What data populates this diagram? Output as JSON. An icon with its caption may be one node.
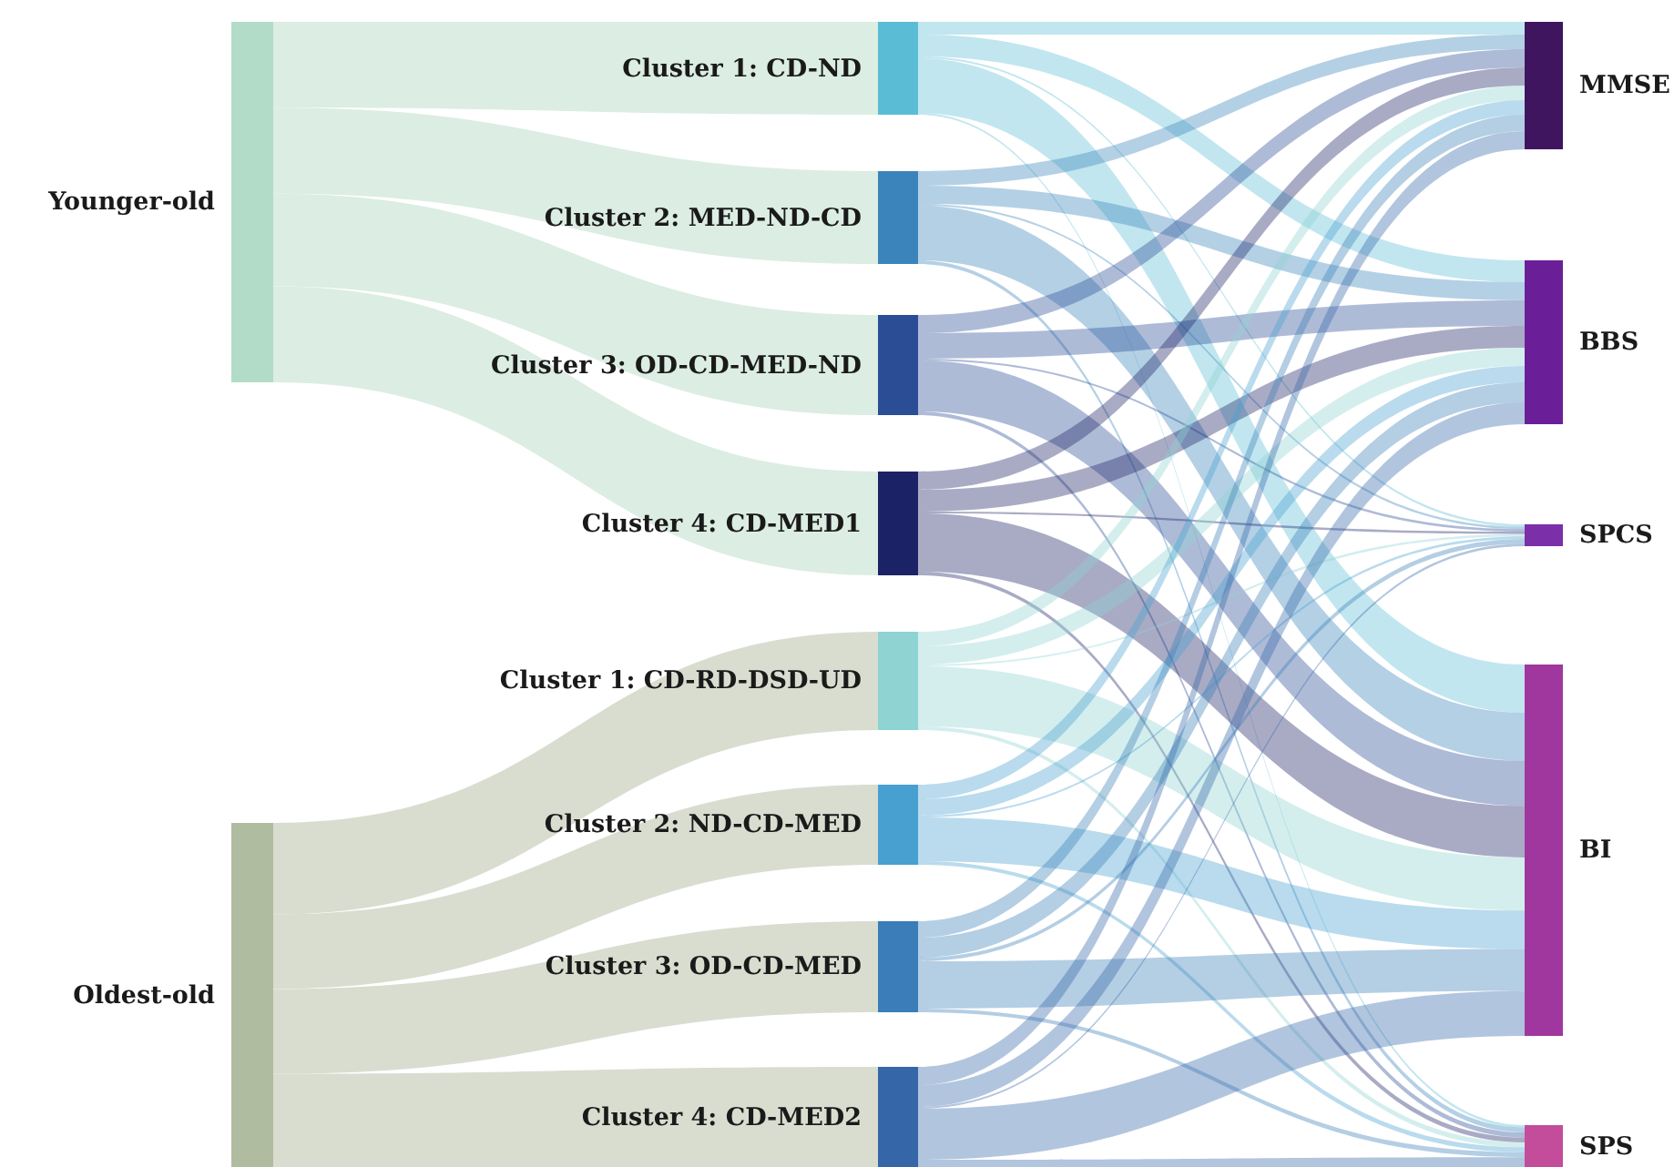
{
  "diagram": {
    "nodes": [
      {
        "text": [
          "Younger-old"
        ]
      },
      {
        "text": [
          "Oldest-old"
        ]
      },
      {
        "text": [
          "Cluster 1: CD-ND"
        ]
      },
      {
        "text": [
          "Cluster 2: MED-ND-CD"
        ]
      },
      {
        "text": [
          "Cluster 3: OD-CD-MED-ND"
        ]
      },
      {
        "text": [
          "Cluster 4: CD-MED1"
        ]
      },
      {
        "text": [
          "Cluster 1: CD-RD-DSD-UD"
        ]
      },
      {
        "text": [
          "Cluster 2: ND-CD-MED"
        ]
      },
      {
        "text": [
          "Cluster 3: OD-CD-MED"
        ]
      },
      {
        "text": [
          "Cluster 4: CD-MED2"
        ]
      },
      {
        "text": [
          "MMSE"
        ]
      },
      {
        "text": [
          "BBS"
        ]
      },
      {
        "text": [
          "SPCS"
        ]
      },
      {
        "text": [
          "BI"
        ]
      },
      {
        "text": [
          "SPS"
        ]
      }
    ],
    "edges": [
      {
        "from": 0,
        "to": 2,
        "arrow": "none"
      },
      {
        "from": 0,
        "to": 3,
        "arrow": "none"
      },
      {
        "from": 0,
        "to": 4,
        "arrow": "none"
      },
      {
        "from": 0,
        "to": 5,
        "arrow": "none"
      },
      {
        "from": 1,
        "to": 6,
        "arrow": "none"
      },
      {
        "from": 1,
        "to": 7,
        "arrow": "none"
      },
      {
        "from": 1,
        "to": 8,
        "arrow": "none"
      },
      {
        "from": 1,
        "to": 9,
        "arrow": "none"
      },
      {
        "from": 2,
        "to": 10,
        "arrow": "none"
      },
      {
        "from": 2,
        "to": 11,
        "arrow": "none"
      },
      {
        "from": 2,
        "to": 12,
        "arrow": "none"
      },
      {
        "from": 2,
        "to": 13,
        "arrow": "none"
      },
      {
        "from": 2,
        "to": 14,
        "arrow": "none"
      },
      {
        "from": 3,
        "to": 10,
        "arrow": "none"
      },
      {
        "from": 3,
        "to": 11,
        "arrow": "none"
      },
      {
        "from": 3,
        "to": 12,
        "arrow": "none"
      },
      {
        "from": 3,
        "to": 13,
        "arrow": "none"
      },
      {
        "from": 3,
        "to": 14,
        "arrow": "none"
      },
      {
        "from": 4,
        "to": 10,
        "arrow": "none"
      },
      {
        "from": 4,
        "to": 11,
        "arrow": "none"
      },
      {
        "from": 4,
        "to": 12,
        "arrow": "none"
      },
      {
        "from": 4,
        "to": 13,
        "arrow": "none"
      },
      {
        "from": 4,
        "to": 14,
        "arrow": "none"
      },
      {
        "from": 5,
        "to": 10,
        "arrow": "none"
      },
      {
        "from": 5,
        "to": 11,
        "arrow": "none"
      },
      {
        "from": 5,
        "to": 12,
        "arrow": "none"
      },
      {
        "from": 5,
        "to": 13,
        "arrow": "none"
      },
      {
        "from": 5,
        "to": 14,
        "arrow": "none"
      },
      {
        "from": 6,
        "to": 10,
        "arrow": "none"
      },
      {
        "from": 6,
        "to": 11,
        "arrow": "none"
      },
      {
        "from": 6,
        "to": 12,
        "arrow": "none"
      },
      {
        "from": 6,
        "to": 13,
        "arrow": "none"
      },
      {
        "from": 6,
        "to": 14,
        "arrow": "none"
      },
      {
        "from": 7,
        "to": 10,
        "arrow": "none"
      },
      {
        "from": 7,
        "to": 11,
        "arrow": "none"
      },
      {
        "from": 7,
        "to": 12,
        "arrow": "none"
      },
      {
        "from": 7,
        "to": 13,
        "arrow": "none"
      },
      {
        "from": 7,
        "to": 14,
        "arrow": "none"
      },
      {
        "from": 8,
        "to": 10,
        "arrow": "none"
      },
      {
        "from": 8,
        "to": 11,
        "arrow": "none"
      },
      {
        "from": 8,
        "to": 12,
        "arrow": "none"
      },
      {
        "from": 8,
        "to": 13,
        "arrow": "none"
      },
      {
        "from": 8,
        "to": 14,
        "arrow": "none"
      },
      {
        "from": 9,
        "to": 10,
        "arrow": "none"
      },
      {
        "from": 9,
        "to": 11,
        "arrow": "none"
      },
      {
        "from": 9,
        "to": 12,
        "arrow": "none"
      },
      {
        "from": 9,
        "to": 13,
        "arrow": "none"
      },
      {
        "from": 9,
        "to": 14,
        "arrow": "none"
      }
    ]
  }
}
